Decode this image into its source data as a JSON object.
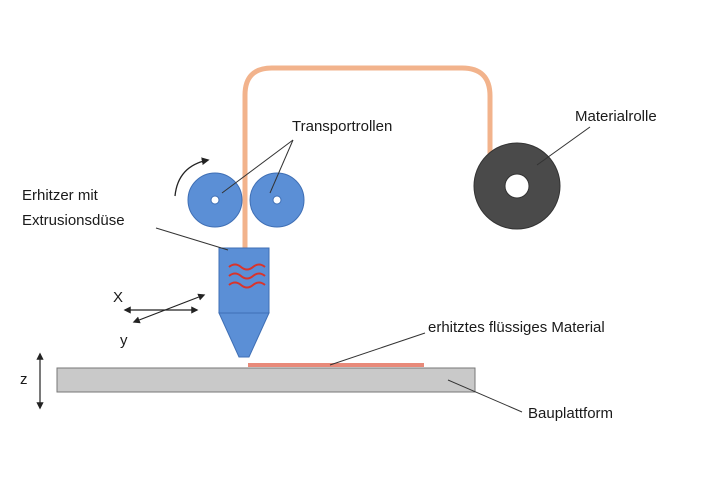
{
  "labels": {
    "transport_rollers": "Transportrollen",
    "material_roll": "Materialrolle",
    "heater_line1": "Erhitzer mit",
    "heater_line2": "Extrusionsdüse",
    "axis_x": "X",
    "axis_y": "y",
    "axis_z": "z",
    "molten_material": "erhitztes flüssiges Material",
    "build_platform": "Bauplattform"
  },
  "colors": {
    "filament": "#f2b38c",
    "roller_fill": "#5b8fd6",
    "roller_stroke": "#3f6fb5",
    "spool_fill": "#4a4a4a",
    "nozzle_fill": "#5b8fd6",
    "heat_wave": "#d9342b",
    "melt": "#e88a7a",
    "platform_fill": "#c9c9c9",
    "line": "#333333"
  }
}
